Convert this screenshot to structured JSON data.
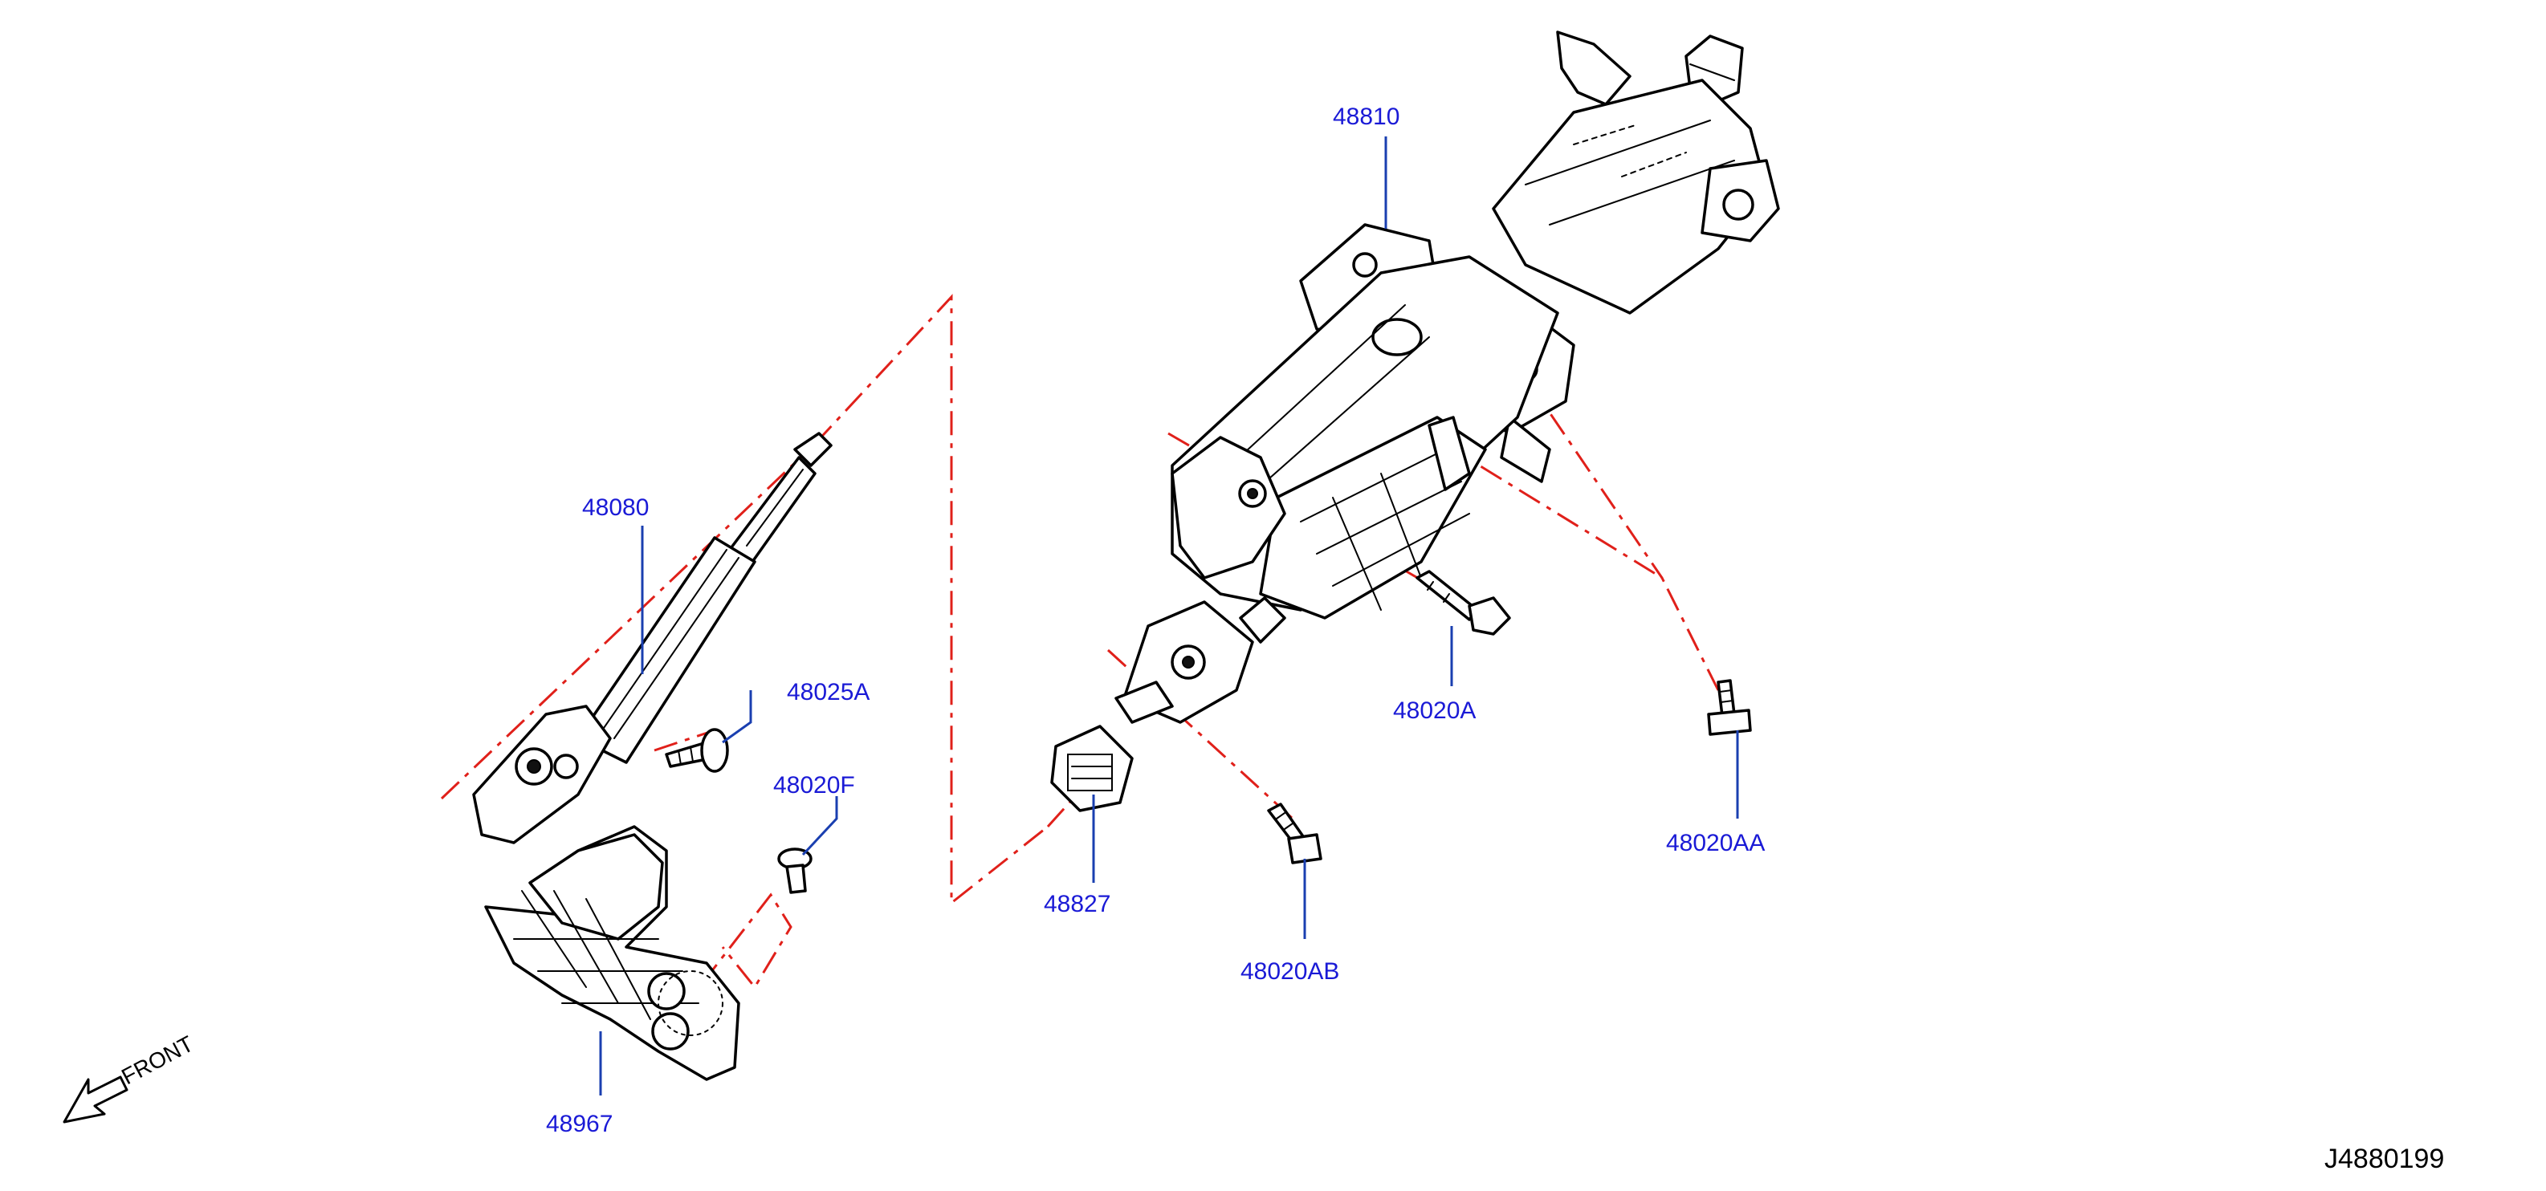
{
  "colors": {
    "callout_text": "#1a1ad6",
    "leader_line": "#1a3fb0",
    "center_line": "#e0201a",
    "part_outline": "#000000",
    "background": "#ffffff"
  },
  "labels": {
    "p48810": "48810",
    "p48080": "48080",
    "p48025A": "48025A",
    "p48020F": "48020F",
    "p48827": "48827",
    "p48020A": "48020A",
    "p48020AA": "48020AA",
    "p48020AB": "48020AB",
    "p48967": "48967"
  },
  "front_indicator": "FRONT",
  "drawing_id": "J4880199"
}
